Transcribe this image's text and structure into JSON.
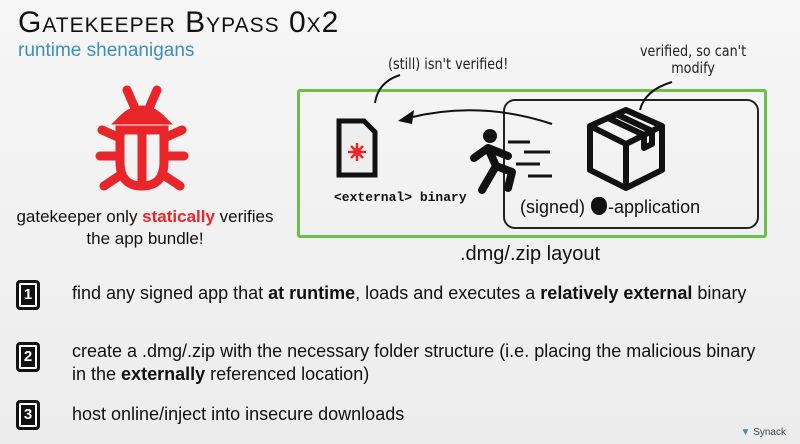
{
  "title": "Gatekeeper Bypass 0x2",
  "subtitle": "runtime shenanigans",
  "left_caption": {
    "pre": "gatekeeper only ",
    "emph": "statically",
    "post": " verifies the app bundle!"
  },
  "diagram": {
    "external_label": "<external> binary",
    "signed_pre": "(signed) ",
    "signed_post": "-application",
    "note_unverified": "(still) isn't verified!",
    "note_verified_1": "verified, so can't",
    "note_verified_2": "modify",
    "layout_caption": ".dmg/.zip layout"
  },
  "steps": [
    {
      "num": "1",
      "a": "find any signed app that ",
      "b": "at runtime",
      "c": ", loads and executes a ",
      "d": "relatively external",
      "e": " binary"
    },
    {
      "num": "2",
      "a": "create a .dmg/.zip with the necessary folder structure (i.e. placing the malicious binary in the ",
      "b": "externally",
      "c": " referenced location)"
    },
    {
      "num": "3",
      "a": "host online/inject into insecure downloads"
    }
  ],
  "logo": "Synack",
  "colors": {
    "accent_blue": "#3a8ec8",
    "red": "#e8262a",
    "green": "#6cc04a"
  }
}
